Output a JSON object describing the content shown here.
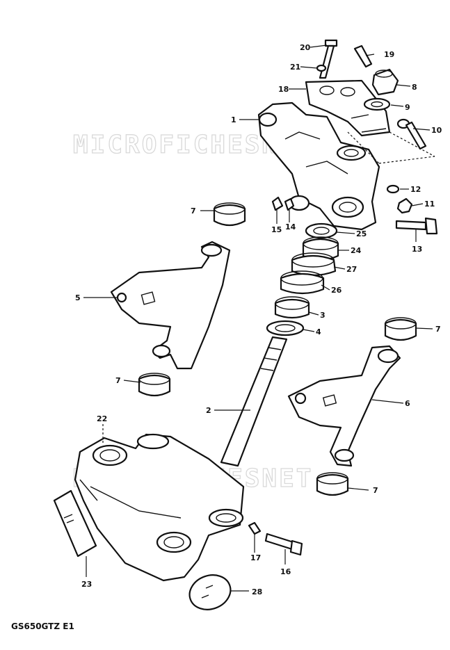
{
  "diagram": {
    "model_code": "GS650GTZ E1",
    "watermark_text": "MICROFICHESNET",
    "callouts": [
      "1",
      "2",
      "3",
      "4",
      "5",
      "6",
      "7",
      "8",
      "9",
      "10",
      "11",
      "12",
      "13",
      "14",
      "15",
      "16",
      "17",
      "19",
      "20",
      "21",
      "22",
      "23",
      "24",
      "25",
      "26",
      "27",
      "28"
    ],
    "colors": {
      "ink": "#111111",
      "background": "#ffffff",
      "watermark": "#d9d9d9"
    }
  }
}
